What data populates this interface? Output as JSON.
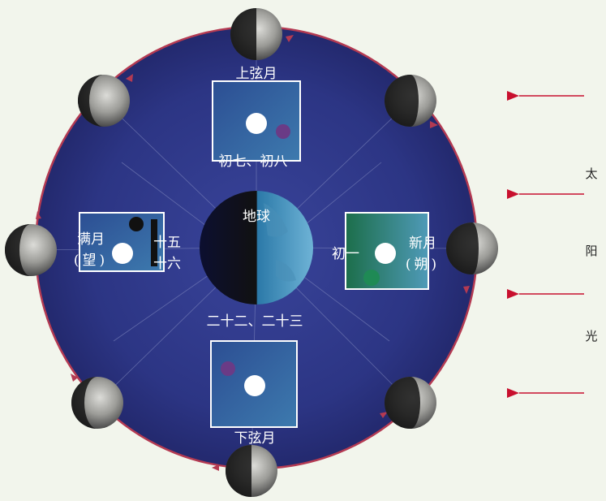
{
  "earth": {
    "label": "地球"
  },
  "phases": {
    "first_quarter": {
      "name": "上弦月",
      "days": "初七、初八"
    },
    "full_moon": {
      "name_line1": "满月",
      "name_line2": "(望)",
      "days_line1": "十五",
      "days_line2": "十六"
    },
    "new_moon": {
      "days": "初一",
      "name_line1": "新月",
      "name_line2": "(朔)"
    },
    "last_quarter": {
      "name": "下弦月",
      "days": "二十二、二十三"
    }
  },
  "sunlight": {
    "chars": [
      "太",
      "阳",
      "光"
    ]
  },
  "colors": {
    "background": "#f2f5ec",
    "orbit_fill": "#2e3684",
    "orbit_edge": "#b43a52",
    "arrow": "#c8102e",
    "sun_text": "#222222"
  }
}
